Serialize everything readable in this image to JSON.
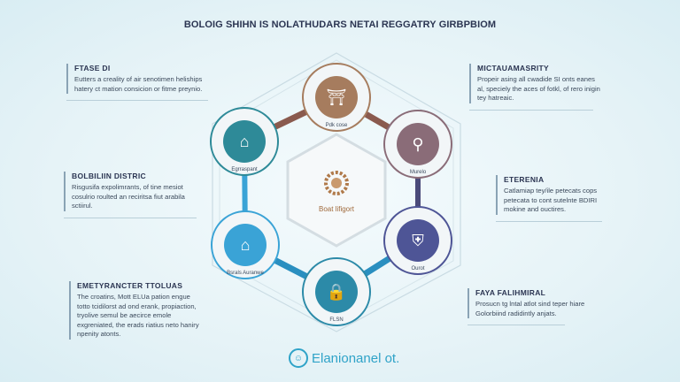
{
  "title": "BOLOIG SHIHN IS NOLATHUDARS NETAI REGGATRY GIRBPBIOM",
  "center": {
    "label": "Boat lifigort",
    "color": "#b07a4a"
  },
  "panels": [
    {
      "title": "FTASE DI",
      "body": "Eutters a creality of air senotimen heliships hatery ct mation consicion or fitme preynio."
    },
    {
      "title": "BOLBILIIN DISTRIC",
      "body": "Risgusifa expolimrants, of tine mesiot cosulrio roulted an reciritsa fiut arabila sctiirul."
    },
    {
      "title": "EMETYRANCTER TTOLUAS",
      "body": "The croatins, Mott ELUa pation engue totto tcidilorst ad ond erank, propiaction, tryolive semul be aecirce emole exgreniated, the erads riatius neto haniry npenity atonts."
    },
    {
      "title": "MICTAUAMASRITY",
      "body": "Propeir asing all cwadide SI onts eanes al, speciely the aces of fotkl, of rero inigin tey hatreaic."
    },
    {
      "title": "ETERENIA",
      "body": "Catlamiap tey/ile petecats cops petecata to cont sutelnte BDIRI mokine and ouctires."
    },
    {
      "title": "FAYA FALIHMIRAL",
      "body": "Prosucn tg lntal atlot sind teper hiare Golorbiind radidintly anjats."
    }
  ],
  "nodes": [
    {
      "icon": "building-icon",
      "label": "Pdk cose",
      "color": "#a67c5e"
    },
    {
      "icon": "antenna-icon",
      "label": "Murelo",
      "color": "#8a6c78"
    },
    {
      "icon": "shield-icon",
      "label": "Ourot",
      "color": "#4e5596"
    },
    {
      "icon": "lock-icon",
      "label": "FLSN",
      "color": "#2c8aa8"
    },
    {
      "icon": "map-icon",
      "label": "Bsrals Auranwe",
      "color": "#3aa3d6"
    },
    {
      "icon": "house-icon",
      "label": "Egrraspant",
      "color": "#2e8a98"
    }
  ],
  "ring_colors": [
    "#8a5a4e",
    "#4a4a7a",
    "#2a8fc0",
    "#3aa3d6"
  ],
  "footer": {
    "brand": "Elanionanel ot."
  }
}
